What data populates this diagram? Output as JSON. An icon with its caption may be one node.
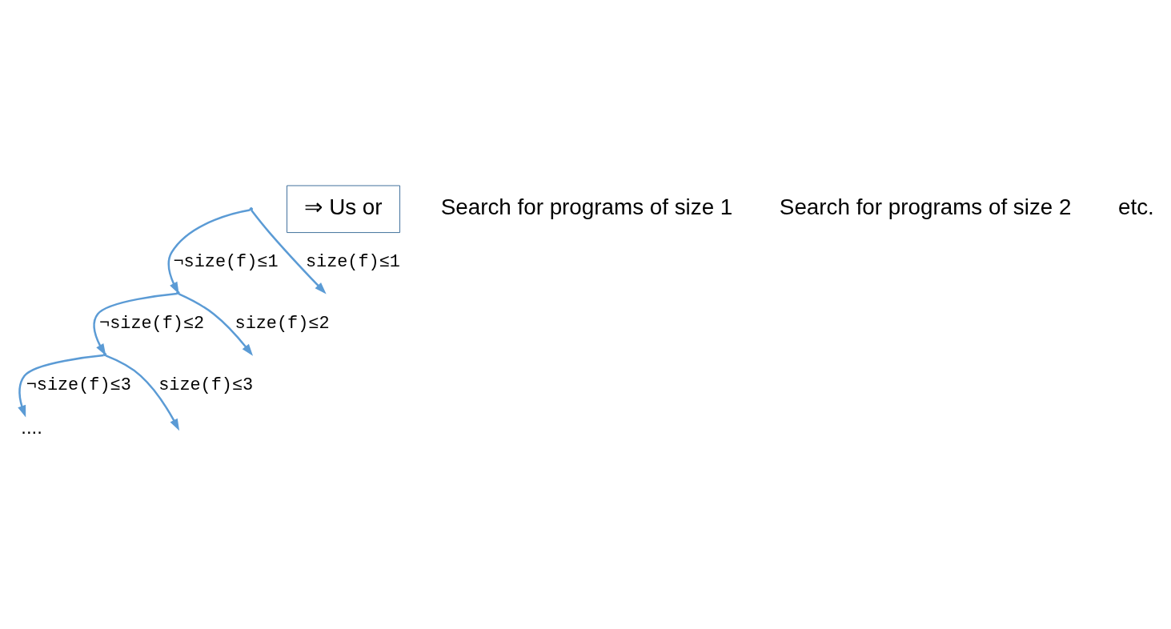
{
  "diagram": {
    "nodes": [
      {
        "text": [],
        "shape": "point"
      },
      {
        "text": [],
        "shape": "point"
      },
      {
        "text": [],
        "shape": "point"
      },
      {
        "text": [
          "...."
        ]
      },
      {
        "text": [
          "⇒ Us or"
        ]
      }
    ],
    "edges": [
      {
        "from": 0,
        "to": null,
        "arrow": "to",
        "label": "size(f)≤1"
      },
      {
        "from": 0,
        "to": 1,
        "arrow": "to",
        "label": "¬size(f)≤1"
      },
      {
        "from": 1,
        "to": null,
        "arrow": "to",
        "label": "size(f)≤2"
      },
      {
        "from": 1,
        "to": 2,
        "arrow": "to",
        "label": "¬size(f)≤2"
      },
      {
        "from": 2,
        "to": null,
        "arrow": "to",
        "label": "size(f)≤3"
      },
      {
        "from": 2,
        "to": 3,
        "arrow": "to",
        "label": "¬size(f)≤3"
      }
    ],
    "labels": [
      "Search for programs of size 1",
      "Search for programs of size 2",
      "etc."
    ]
  }
}
